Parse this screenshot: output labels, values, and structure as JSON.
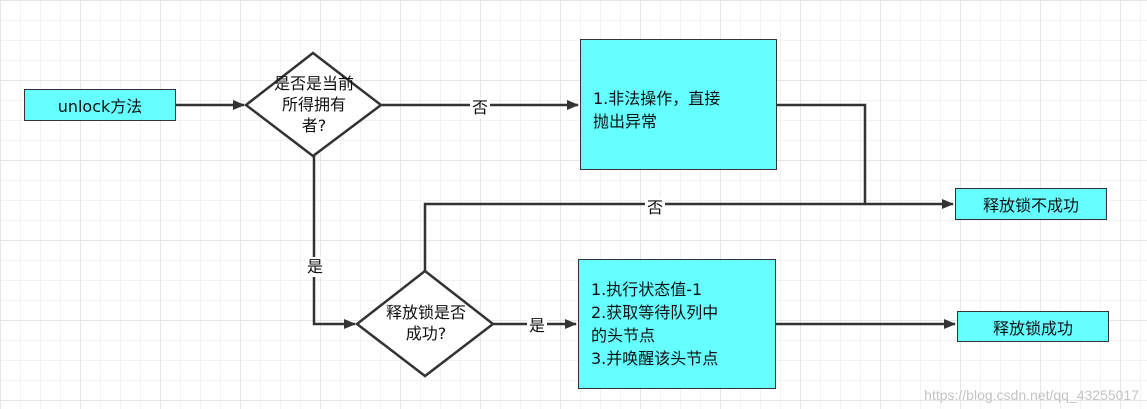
{
  "colors": {
    "start_fill": "#66ffff",
    "process_fill": "#66ffff",
    "result_fill": "#66ffff",
    "decision_fill": "#ffffff",
    "stroke": "#333333",
    "grid": "#e6e6e6"
  },
  "nodes": {
    "start": {
      "label": "unlock方法"
    },
    "decision_owner": {
      "line1": "是否是当前",
      "line2": "所得拥有",
      "line3": "者?"
    },
    "process_illegal": {
      "line1": "1.非法操作，直接",
      "line2": "抛出异常"
    },
    "decision_release": {
      "line1": "释放锁是否",
      "line2": "成功?"
    },
    "process_release": {
      "line1": "1.执行状态值-1",
      "line2": "2.获取等待队列中",
      "line3": "的头节点",
      "line4": "3.并唤醒该头节点"
    },
    "result_fail": {
      "label": "释放锁不成功"
    },
    "result_success": {
      "label": "释放锁成功"
    }
  },
  "edges": {
    "owner_no": {
      "label": "否"
    },
    "owner_yes": {
      "label": "是"
    },
    "release_no": {
      "label": "否"
    },
    "release_yes": {
      "label": "是"
    }
  },
  "watermark": "https://blog.csdn.net/qq_43255017"
}
